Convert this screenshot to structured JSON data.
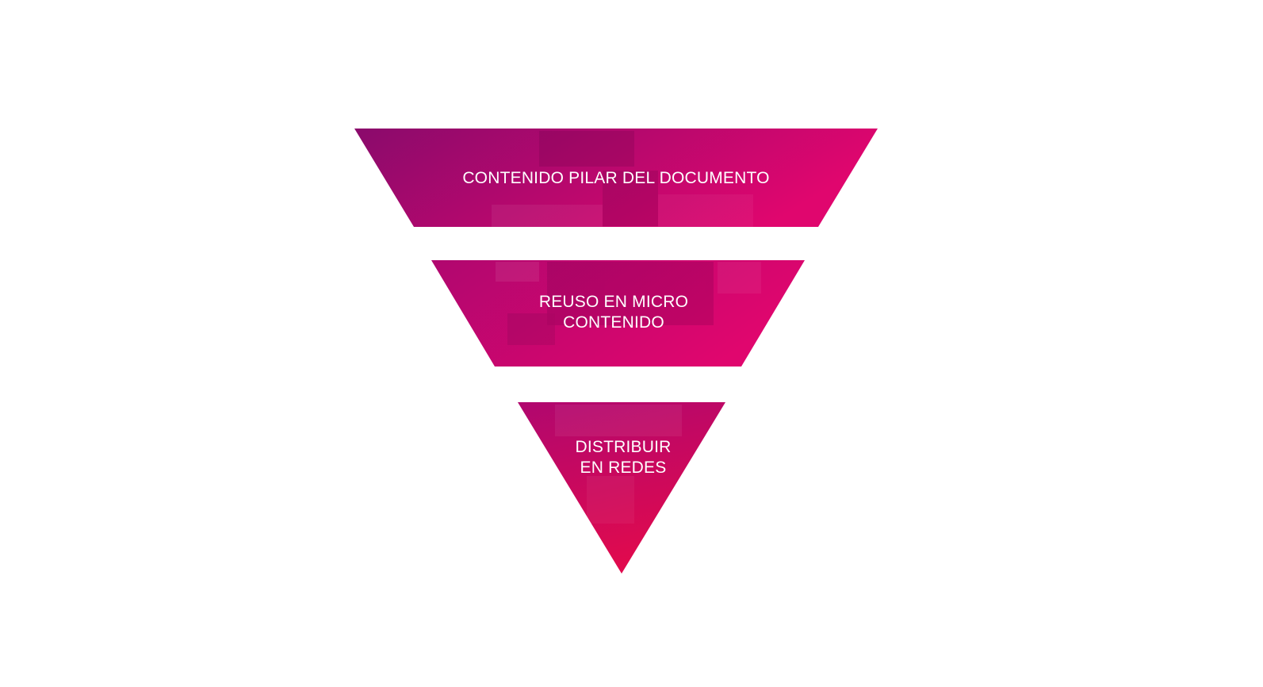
{
  "funnel": {
    "colors": {
      "dark": "#8a0a6c",
      "mid": "#b0076f",
      "bright": "#e0066e",
      "deep_red": "#e00a4e"
    },
    "levels": [
      {
        "lines": [
          "CONTENIDO PILAR DEL DOCUMENTO"
        ]
      },
      {
        "lines": [
          "REUSO EN MICRO",
          "CONTENIDO"
        ]
      },
      {
        "lines": [
          "DISTRIBUIR",
          "EN REDES"
        ]
      }
    ]
  }
}
